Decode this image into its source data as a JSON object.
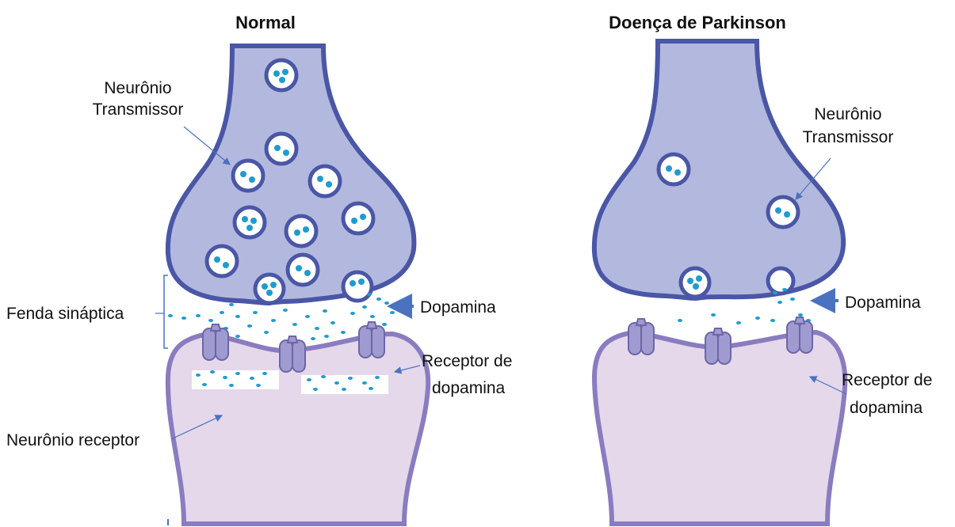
{
  "normal": {
    "title": "Normal",
    "transmitter_label": [
      "Neurônio",
      "Transmissor"
    ],
    "cleft_label": "Fenda sináptica",
    "dopamine_label": "Dopamina",
    "receptor_label": [
      "Receptor de",
      "dopamina"
    ],
    "receiver_label": "Neurônio receptor"
  },
  "parkinson": {
    "title": "Doença de Parkinson",
    "transmitter_label": [
      "Neurônio",
      "Transmissor"
    ],
    "dopamine_label": "Dopamina",
    "receptor_label": [
      "Receptor de",
      "dopamina"
    ]
  },
  "colors": {
    "transmitter_fill": "#b3b9de",
    "transmitter_stroke": "#4a56a6",
    "receiver_fill": "#e4d8ea",
    "receiver_stroke": "#8a7cc0",
    "dopamine": "#1f9bd0",
    "receptor_fill": "#9f9bd0",
    "arrow": "#4a72c0"
  }
}
